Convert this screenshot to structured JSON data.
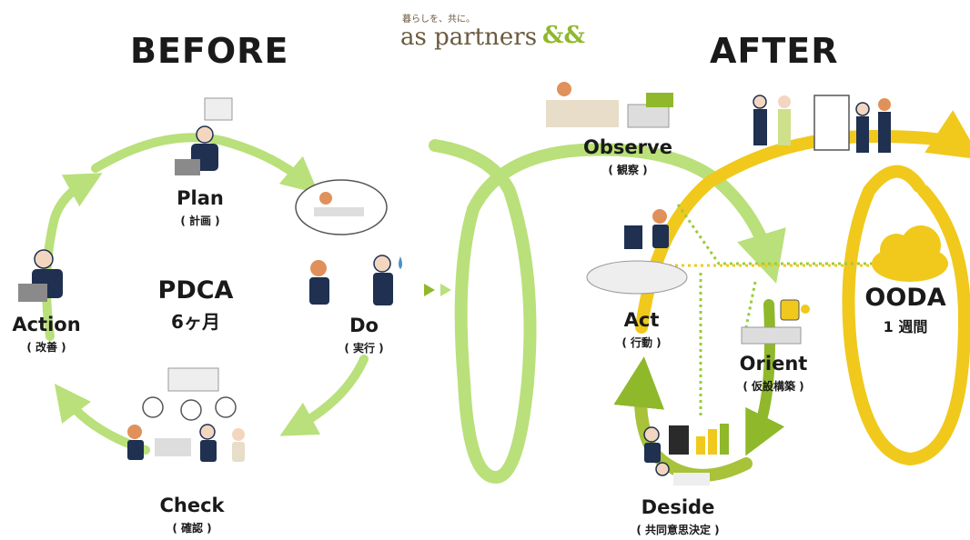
{
  "logo": {
    "tagline": "暮らしを、共に。",
    "name": "as partners",
    "mark": "&&"
  },
  "before": {
    "heading": "BEFORE",
    "center_title": "PDCA",
    "center_duration": "6ヶ月",
    "steps": [
      {
        "label": "Plan",
        "sub": "( 計画 )"
      },
      {
        "label": "Do",
        "sub": "( 実行 )"
      },
      {
        "label": "Check",
        "sub": "( 確認 )"
      },
      {
        "label": "Action",
        "sub": "( 改善 )"
      }
    ]
  },
  "after": {
    "heading": "AFTER",
    "center_title": "OODA",
    "center_duration": "1 週間",
    "steps": [
      {
        "label": "Observe",
        "sub": "( 観察 )"
      },
      {
        "label": "Orient",
        "sub": "( 仮設構築 )"
      },
      {
        "label": "Deside",
        "sub": "( 共同意思決定 )"
      },
      {
        "label": "Act",
        "sub": "( 行動 )"
      }
    ]
  },
  "colors": {
    "light_green": "#b9e07a",
    "olive": "#8fb82b",
    "yellow": "#f0c91c",
    "orange": "#e6a81a",
    "navy": "#1f3050"
  }
}
